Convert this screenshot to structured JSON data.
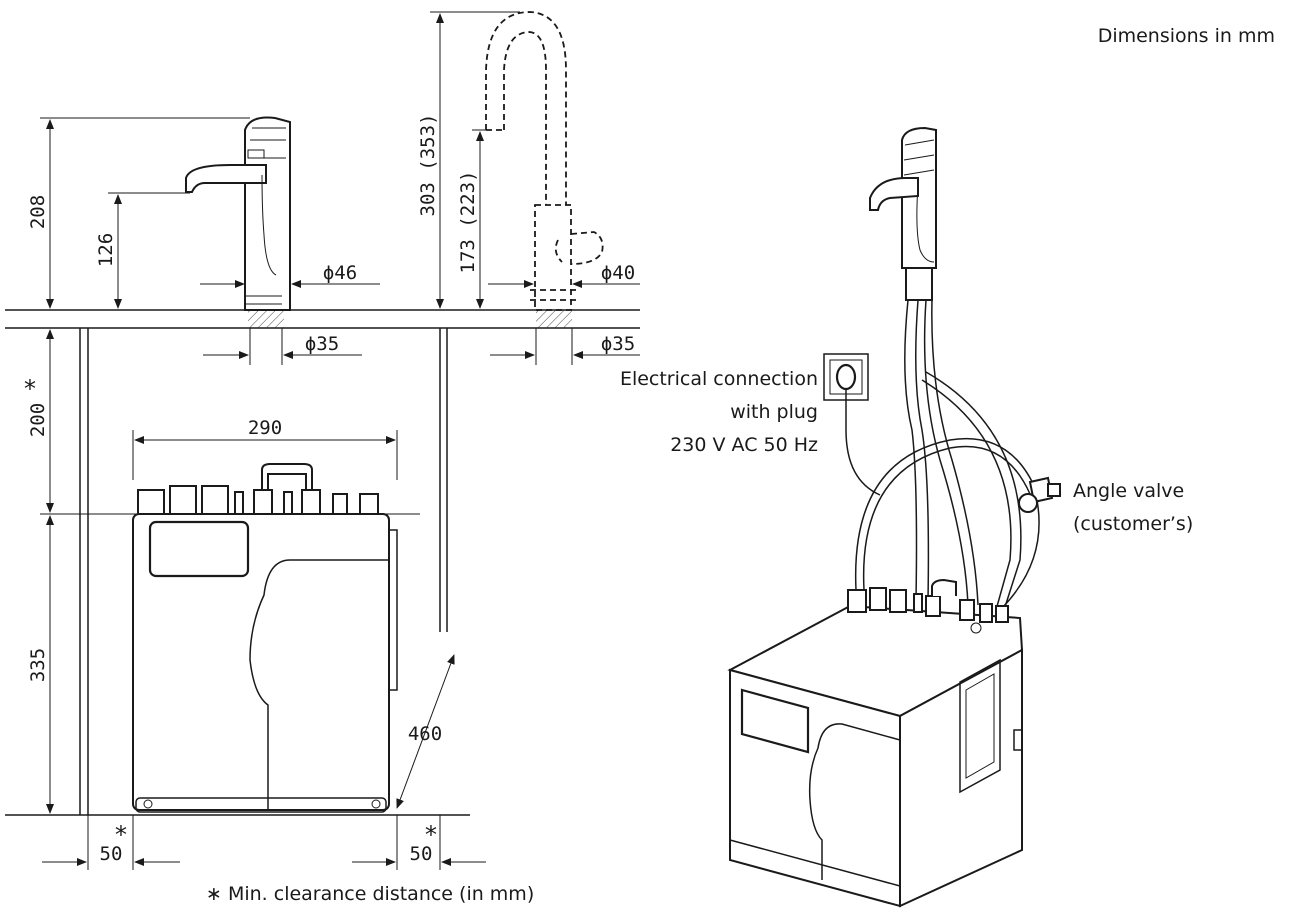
{
  "header": {
    "units_note": "Dimensions in mm"
  },
  "dimensions": {
    "tap_height": "208",
    "spout_height": "126",
    "tap_diameter": "ϕ46",
    "tap_hole_left": "ϕ35",
    "alt_tap_height": "303 (353)",
    "alt_spout_height": "173 (223)",
    "alt_tap_diameter": "ϕ40",
    "tap_hole_right": "ϕ35",
    "clearance_top": "200",
    "unit_width": "290",
    "unit_height": "335",
    "unit_depth": "460",
    "clearance_left": "50",
    "clearance_right": "50",
    "clearance_marker": "∗"
  },
  "labels": {
    "electrical_line1": "Electrical connection",
    "electrical_line2": "with plug",
    "electrical_line3": "230 V AC 50 Hz",
    "angle_valve_line1": "Angle valve",
    "angle_valve_line2": "(customer’s)"
  },
  "footnote": {
    "text": "∗ Min. clearance distance (in mm)"
  }
}
